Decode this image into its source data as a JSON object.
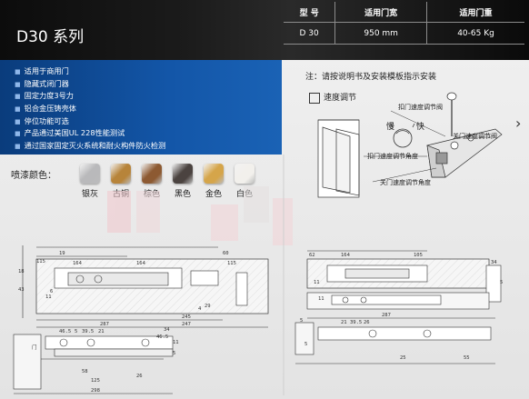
{
  "header": {
    "title": "D30 系列"
  },
  "spec_table": {
    "headers": [
      "型 号",
      "适用门宽",
      "适用门重"
    ],
    "row": [
      "D 30",
      "950 mm",
      "40-65 Kg"
    ]
  },
  "features": [
    "适用于商用门",
    "隐藏式闭门器",
    "固定力度3号力",
    "铝合金压铸壳体",
    "停位功能可选",
    "产品通过美国UL 228性能测试",
    "通过国家固定灭火系统和耐火构件防火检测"
  ],
  "finishes": {
    "label": "喷漆颜色：",
    "items": [
      {
        "name": "银灰",
        "color": "#b9b9bb"
      },
      {
        "name": "古铜",
        "color": "#b7843a"
      },
      {
        "name": "棕色",
        "color": "#8d5a32"
      },
      {
        "name": "黑色",
        "color": "#4b4340"
      },
      {
        "name": "金色",
        "color": "#d5a54a"
      },
      {
        "name": "白色",
        "color": "#f2f0ec"
      }
    ]
  },
  "install": {
    "note": "注：请按说明书及安装模板指示安装",
    "speed_adjust": "速度调节",
    "slow": "慢",
    "fast": "快",
    "latch_valve": "扣门速度调节阀",
    "close_valve": "关门速度调节阀",
    "latch_angle": "扣门速度调节角度",
    "close_angle": "关门速度调节角度"
  },
  "drawing_left": {
    "dims": [
      "115",
      "19",
      "164",
      "164",
      "60",
      "115",
      "18",
      "43",
      "11",
      "6",
      "287",
      "247",
      "245",
      "4",
      "29",
      "46.5",
      "5",
      "39.5",
      "21",
      "34",
      "46.5",
      "26",
      "58",
      "11",
      "5",
      "125",
      "298",
      "门"
    ]
  },
  "drawing_right": {
    "dims": [
      "62",
      "164",
      "105",
      "34",
      "11",
      "11",
      "5",
      "287",
      "21",
      "39.5",
      "26",
      "5",
      "5",
      "25",
      "55"
    ]
  }
}
